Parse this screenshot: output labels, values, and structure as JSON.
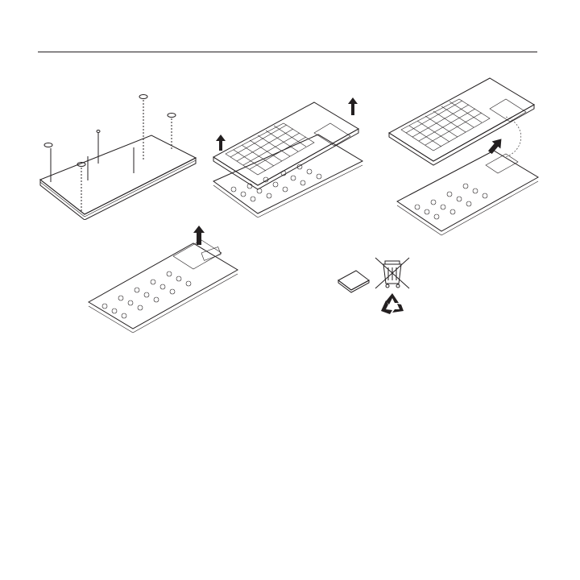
{
  "document": {
    "text_content": [],
    "colors": {
      "ink": "#231f20",
      "paper": "#ffffff",
      "keyboard_top": "#f4f4f4",
      "base": "#e6e6e6"
    }
  },
  "steps": [
    {
      "id": "step-1",
      "icon": "keyboard-screws-removal"
    },
    {
      "id": "step-2",
      "icon": "keyboard-top-lift"
    },
    {
      "id": "step-3",
      "icon": "keyboard-battery-access"
    },
    {
      "id": "step-4",
      "icon": "battery-lift"
    },
    {
      "id": "disposal",
      "icons": [
        "battery-icon",
        "crossed-bin-icon",
        "recycle-icon"
      ]
    }
  ]
}
